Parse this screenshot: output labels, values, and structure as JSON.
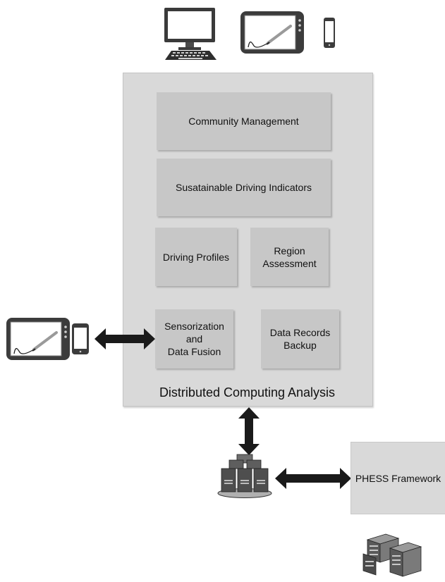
{
  "diagram": {
    "container_label": "Distributed Computing Analysis",
    "modules": [
      {
        "id": "community",
        "label": "Community Management"
      },
      {
        "id": "sustainable",
        "label": "Susatainable Driving Indicators"
      },
      {
        "id": "profiles",
        "label": "Driving Profiles"
      },
      {
        "id": "region",
        "label": "Region\nAssessment"
      },
      {
        "id": "sensorization",
        "label": "Sensorization\nand\nData Fusion"
      },
      {
        "id": "backup",
        "label": "Data Records\nBackup"
      }
    ],
    "external": {
      "label": "PHESS Framework"
    },
    "icons": [
      "desktop-computer-icon",
      "tablet-icon",
      "smartphone-icon",
      "server-cluster-icon",
      "server-rack-icon"
    ],
    "colors": {
      "container": "#d9d9d9",
      "module": "#c7c7c7",
      "arrow": "#1a1a1a"
    }
  }
}
